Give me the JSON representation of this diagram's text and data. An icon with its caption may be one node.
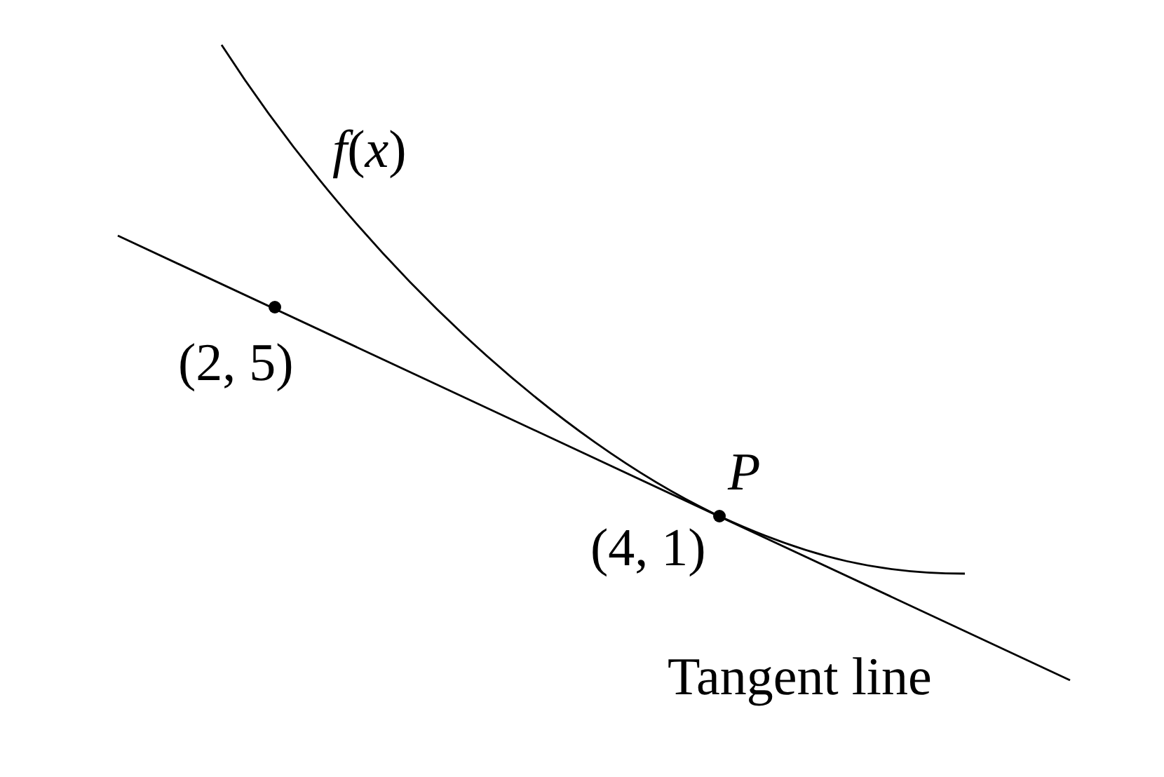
{
  "diagram": {
    "labels": [
      "*f*(*x*)",
      "(2, 5)",
      "P",
      "(4, 1)",
      "Tangent line"
    ]
  }
}
